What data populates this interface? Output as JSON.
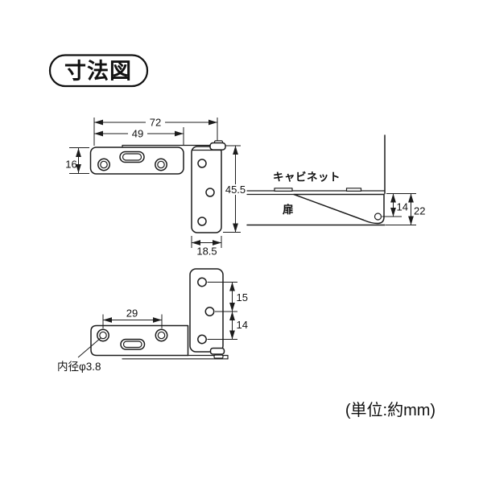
{
  "title": "寸法図",
  "unit_note": "(単位:約mm)",
  "colors": {
    "line": "#1c1c1c",
    "background": "#ffffff"
  },
  "views": {
    "front": {
      "dim_total_width": "72",
      "dim_hole_span": "49",
      "dim_plate_height": "16",
      "dim_leaf_length": "45.5",
      "dim_leaf_width": "18.5"
    },
    "side": {
      "cabinet_label": "キャビネット",
      "door_label": "扉",
      "dim_pin_height": "14",
      "dim_total_thickness": "22"
    },
    "back": {
      "dim_hole_span": "29",
      "dim_hole_gap_upper": "15",
      "dim_hole_gap_lower": "14",
      "hole_diameter_note": "内径φ3.8"
    }
  }
}
